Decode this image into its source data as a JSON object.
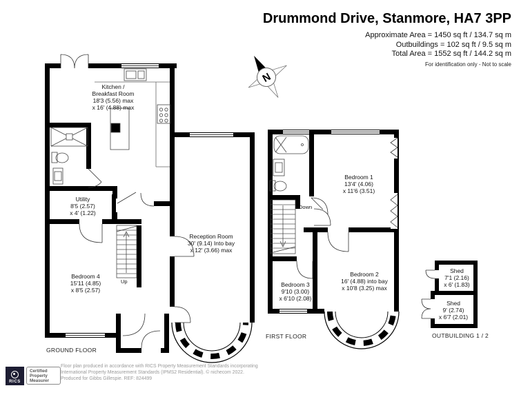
{
  "header": {
    "title": "Drummond Drive, Stanmore, HA7 3PP",
    "area_lines": [
      "Approximate Area = 1450 sq ft / 134.7 sq m",
      "Outbuildings = 102 sq ft / 9.5 sq m",
      "Total Area = 1552 sq ft / 144.2 sq m"
    ],
    "note": "For identification only - Not to scale"
  },
  "compass": {
    "north": "N"
  },
  "floor_labels": {
    "ground": "GROUND FLOOR",
    "first": "FIRST FLOOR",
    "outbuilding": "OUTBUILDING 1 / 2"
  },
  "rooms": {
    "kitchen": [
      "Kitchen /",
      "Breakfast Room",
      "18'3 (5.56) max",
      "x 16' (4.88) max"
    ],
    "utility": [
      "Utility",
      "8'5 (2.57)",
      "x 4' (1.22)"
    ],
    "bedroom4": [
      "Bedroom 4",
      "15'11 (4.85)",
      "x 8'5 (2.57)"
    ],
    "reception": [
      "Reception Room",
      "30' (9.14) Into bay",
      "x 12' (3.66) max"
    ],
    "bedroom1": [
      "Bedroom 1",
      "13'4' (4.06)",
      "x 11'6 (3.51)"
    ],
    "bedroom2": [
      "Bedroom 2",
      "16' (4.88) into bay",
      "x 10'8 (3.25) max"
    ],
    "bedroom3": [
      "Bedroom 3",
      "9'10 (3.00)",
      "x 6'10 (2.08)"
    ],
    "shed1": [
      "Shed",
      "7'1 (2.16)",
      "x 6' (1.83)"
    ],
    "shed2": [
      "Shed",
      "9' (2.74)",
      "x 6'7 (2.01)"
    ],
    "stairs_up": "Up",
    "stairs_down": "Down"
  },
  "footer": {
    "rics_label": "RICS",
    "certified_lines": [
      "Certified",
      "Property",
      "Measurer"
    ],
    "disclaimer_lines": [
      "Floor plan produced in accordance with RICS Property Measurement Standards incorporating",
      "International Property Measurement Standards (IPMS2 Residential).   © nichecom 2022.",
      "Produced for Gibbs Gillespie.   REF: 824499"
    ]
  },
  "colors": {
    "wall": "#000000",
    "text": "#141414",
    "muted": "#9a9a9a"
  }
}
